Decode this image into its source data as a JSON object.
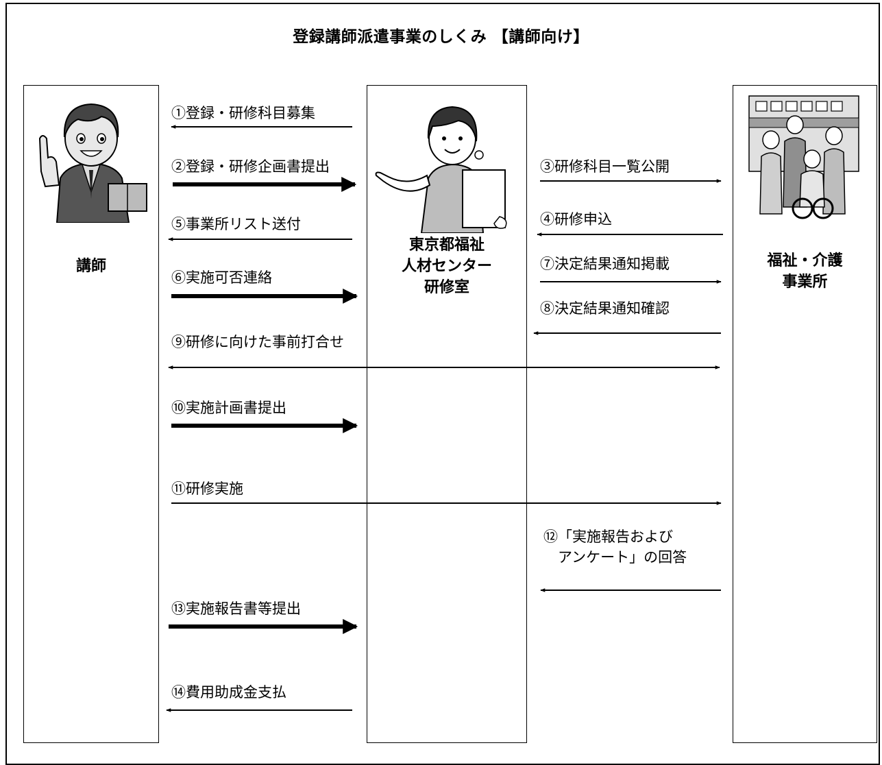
{
  "title": "登録講師派遣事業のしくみ 【講師向け】",
  "actors": {
    "lecturer": "講師",
    "center": "東京都福祉\n人材センター\n研修室",
    "facility": "福祉・介護\n事業所"
  },
  "steps": [
    {
      "label": "①登録・研修科目募集",
      "from": "center",
      "to": "lecturer",
      "bold": false
    },
    {
      "label": "②登録・研修企画書提出",
      "from": "lecturer",
      "to": "center",
      "bold": true
    },
    {
      "label": "③研修科目一覧公開",
      "from": "center",
      "to": "facility",
      "bold": false
    },
    {
      "label": "④研修申込",
      "from": "facility",
      "to": "center",
      "bold": false
    },
    {
      "label": "⑤事業所リスト送付",
      "from": "center",
      "to": "lecturer",
      "bold": false
    },
    {
      "label": "⑥実施可否連絡",
      "from": "lecturer",
      "to": "center",
      "bold": true
    },
    {
      "label": "⑦決定結果通知掲載",
      "from": "center",
      "to": "facility",
      "bold": false
    },
    {
      "label": "⑧決定結果通知確認",
      "from": "facility",
      "to": "center",
      "bold": false
    },
    {
      "label": "⑨研修に向けた事前打合せ",
      "from": "lecturer",
      "to": "facility",
      "bold": false,
      "bidirectional": true
    },
    {
      "label": "⑩実施計画書提出",
      "from": "lecturer",
      "to": "center",
      "bold": true
    },
    {
      "label": "⑪研修実施",
      "from": "lecturer",
      "to": "facility",
      "bold": false
    },
    {
      "label": "⑫「実施報告および\n　アンケート」の回答",
      "from": "facility",
      "to": "center",
      "bold": false
    },
    {
      "label": "⑬実施報告書等提出",
      "from": "lecturer",
      "to": "center",
      "bold": true
    },
    {
      "label": "⑭費用助成金支払",
      "from": "center",
      "to": "lecturer",
      "bold": false
    }
  ]
}
